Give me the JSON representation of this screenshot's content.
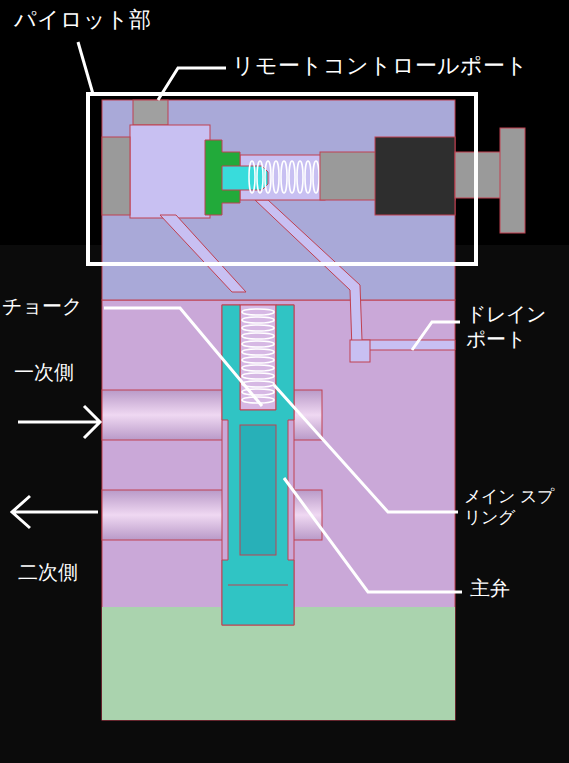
{
  "diagram": {
    "labels": [
      "パイロット部",
      "リモートコントロールポート",
      "チョーク",
      "ドレイン ポート",
      "一次側",
      "二次側",
      "メイン スプリング",
      "主弁"
    ]
  }
}
